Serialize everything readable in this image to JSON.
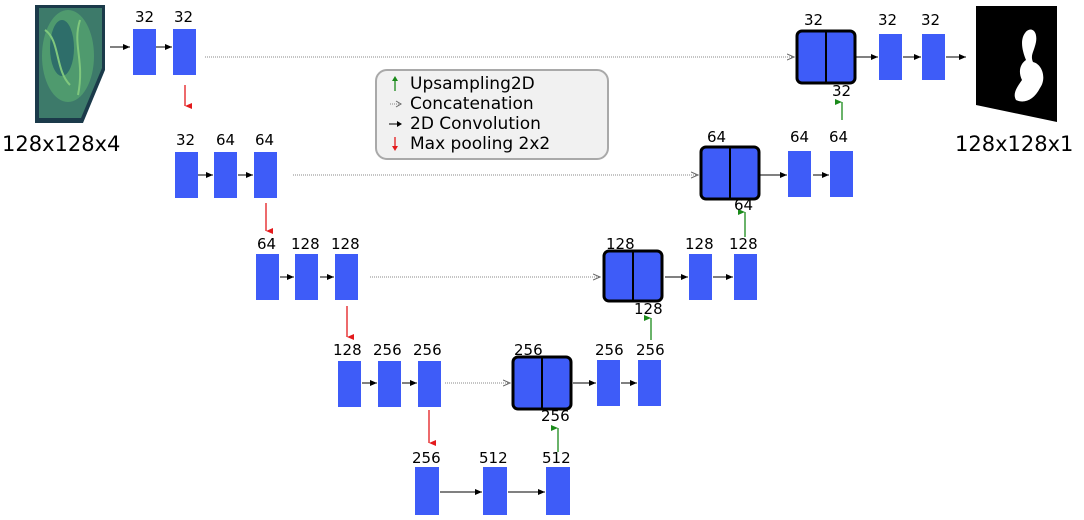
{
  "colors": {
    "block": "#3e5cf8",
    "concat_block": "#3e5cf8",
    "conv_arrow": "#000000",
    "pool_arrow": "#e31a1c",
    "up_arrow": "#1a8a1a",
    "concat_arrow": "#777777",
    "legend_bg": "#f1f1f1",
    "legend_border": "#a9a9a9"
  },
  "input_label": "128x128x4",
  "output_label": "128x128x1",
  "legend": [
    {
      "icon": "up-arrow-icon",
      "label": "Upsampling2D"
    },
    {
      "icon": "concat-arrow-icon",
      "label": "Concatenation"
    },
    {
      "icon": "conv-arrow-icon",
      "label": "2D Convolution"
    },
    {
      "icon": "pool-arrow-icon",
      "label": "Max pooling 2x2"
    }
  ],
  "encoder": [
    [
      "32",
      "32"
    ],
    [
      "32",
      "64",
      "64"
    ],
    [
      "64",
      "128",
      "128"
    ],
    [
      "128",
      "256",
      "256"
    ]
  ],
  "bottleneck": [
    "256",
    "512",
    "512"
  ],
  "decoder": {
    "level4": {
      "concat": "256",
      "up": "256",
      "convs": [
        "256",
        "256"
      ]
    },
    "level3": {
      "concat": "128",
      "up": "128",
      "convs": [
        "128",
        "128"
      ]
    },
    "level2": {
      "concat": "64",
      "up": "64",
      "convs": [
        "64",
        "64"
      ]
    },
    "level1": {
      "concat": "32",
      "up": "32",
      "convs": [
        "32",
        "32"
      ]
    }
  }
}
